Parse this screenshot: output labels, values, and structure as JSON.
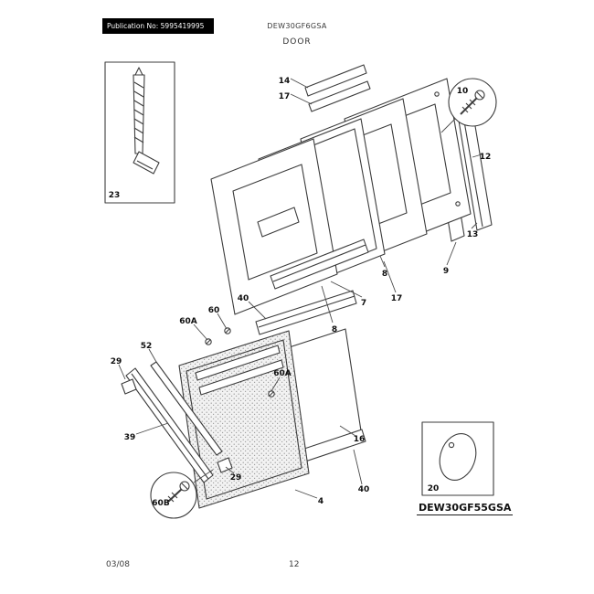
{
  "header": {
    "publication": "Publication No: 5995419995",
    "model": "DEW30GF6GSA",
    "title": "DOOR"
  },
  "diagram": {
    "model_label": "DEW30GF55GSA",
    "callouts": {
      "n14": "14",
      "n17a": "17",
      "n10": "10",
      "n12": "12",
      "n13": "13",
      "n9": "9",
      "n8a": "8",
      "n17b": "17",
      "n7": "7",
      "n8b": "8",
      "n40a": "40",
      "n60": "60",
      "n60a1": "60A",
      "n52": "52",
      "n29a": "29",
      "n60a2": "60A",
      "n39": "39",
      "n16": "16",
      "n40b": "40",
      "n29b": "29",
      "n4": "4",
      "n60b": "60B",
      "n23": "23",
      "n20": "20"
    }
  },
  "footer": {
    "date": "03/08",
    "page": "12"
  }
}
